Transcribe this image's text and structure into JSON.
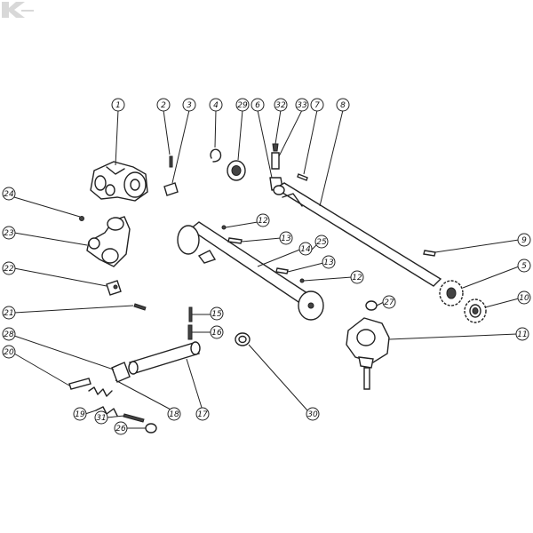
{
  "labels": [
    {
      "id": "l1",
      "text": "1"
    },
    {
      "id": "l2",
      "text": "2"
    },
    {
      "id": "l3",
      "text": "3"
    },
    {
      "id": "l4",
      "text": "4"
    },
    {
      "id": "l29",
      "text": "29"
    },
    {
      "id": "l6",
      "text": "6"
    },
    {
      "id": "l32",
      "text": "32"
    },
    {
      "id": "l33",
      "text": "33"
    },
    {
      "id": "l7",
      "text": "7"
    },
    {
      "id": "l8",
      "text": "8"
    },
    {
      "id": "l24a",
      "text": "24"
    },
    {
      "id": "l23",
      "text": "23"
    },
    {
      "id": "l22",
      "text": "22"
    },
    {
      "id": "l21",
      "text": "21"
    },
    {
      "id": "l28",
      "text": "28"
    },
    {
      "id": "l20",
      "text": "20"
    },
    {
      "id": "l19",
      "text": "19"
    },
    {
      "id": "l31",
      "text": "31"
    },
    {
      "id": "l26",
      "text": "26"
    },
    {
      "id": "l18",
      "text": "18"
    },
    {
      "id": "l17",
      "text": "17"
    },
    {
      "id": "l15",
      "text": "15"
    },
    {
      "id": "l16",
      "text": "16"
    },
    {
      "id": "l30",
      "text": "30"
    },
    {
      "id": "l12a",
      "text": "12"
    },
    {
      "id": "l13a",
      "text": "13"
    },
    {
      "id": "l14",
      "text": "14"
    },
    {
      "id": "l25",
      "text": "25"
    },
    {
      "id": "l13b",
      "text": "13"
    },
    {
      "id": "l12b",
      "text": "12"
    },
    {
      "id": "l9",
      "text": "9"
    },
    {
      "id": "l5",
      "text": "5"
    },
    {
      "id": "l10",
      "text": "10"
    },
    {
      "id": "l27",
      "text": "27"
    },
    {
      "id": "l11",
      "text": "11"
    }
  ],
  "colors": {
    "ink": "#222222",
    "logo": "#d8d8d8"
  },
  "logo_icon": "k-brand-logo"
}
